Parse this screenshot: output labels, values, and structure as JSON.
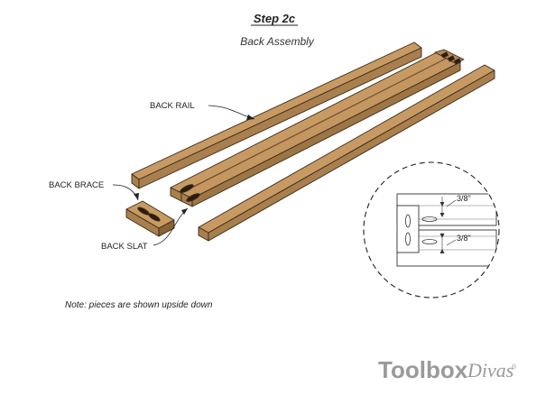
{
  "header": {
    "step_title": "Step 2c",
    "subtitle": "Back Assembly"
  },
  "labels": {
    "back_rail": "BACK RAIL",
    "back_brace": "BACK BRACE",
    "back_slat": "BACK SLAT"
  },
  "detail": {
    "dim_top": "3/8\"",
    "dim_bottom": "3/8\""
  },
  "note": "Note: pieces are shown upside down",
  "brand": {
    "name_part1": "Toolbox",
    "name_part2": "Divas",
    "registered_mark": "®"
  },
  "colors": {
    "wood_top": "#c89a63",
    "wood_front": "#a97f4e",
    "wood_dark": "#8a6237",
    "outline": "#3a2a18"
  }
}
